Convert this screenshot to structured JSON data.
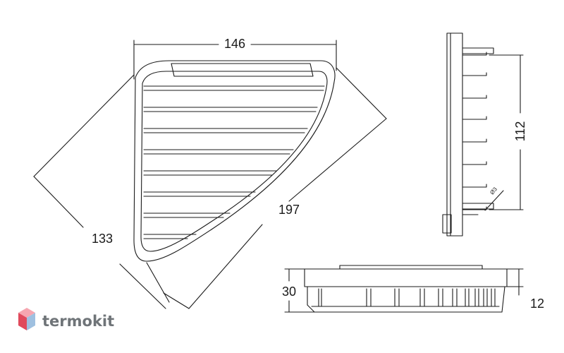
{
  "dimensions": {
    "width_top": "146",
    "diagonal_left": "133",
    "diagonal_right": "197",
    "height_side": "112",
    "diameter_note": "Ø3",
    "depth_front": "30",
    "rail_height": "12"
  },
  "brand": {
    "name": "termokit",
    "colors": {
      "text": "#6f7478",
      "cube_top": "#f6a6b0",
      "cube_left": "#e04a5c",
      "cube_right": "#9fc0e0"
    }
  },
  "colors": {
    "line": "#1a1a1a",
    "background": "#ffffff"
  }
}
